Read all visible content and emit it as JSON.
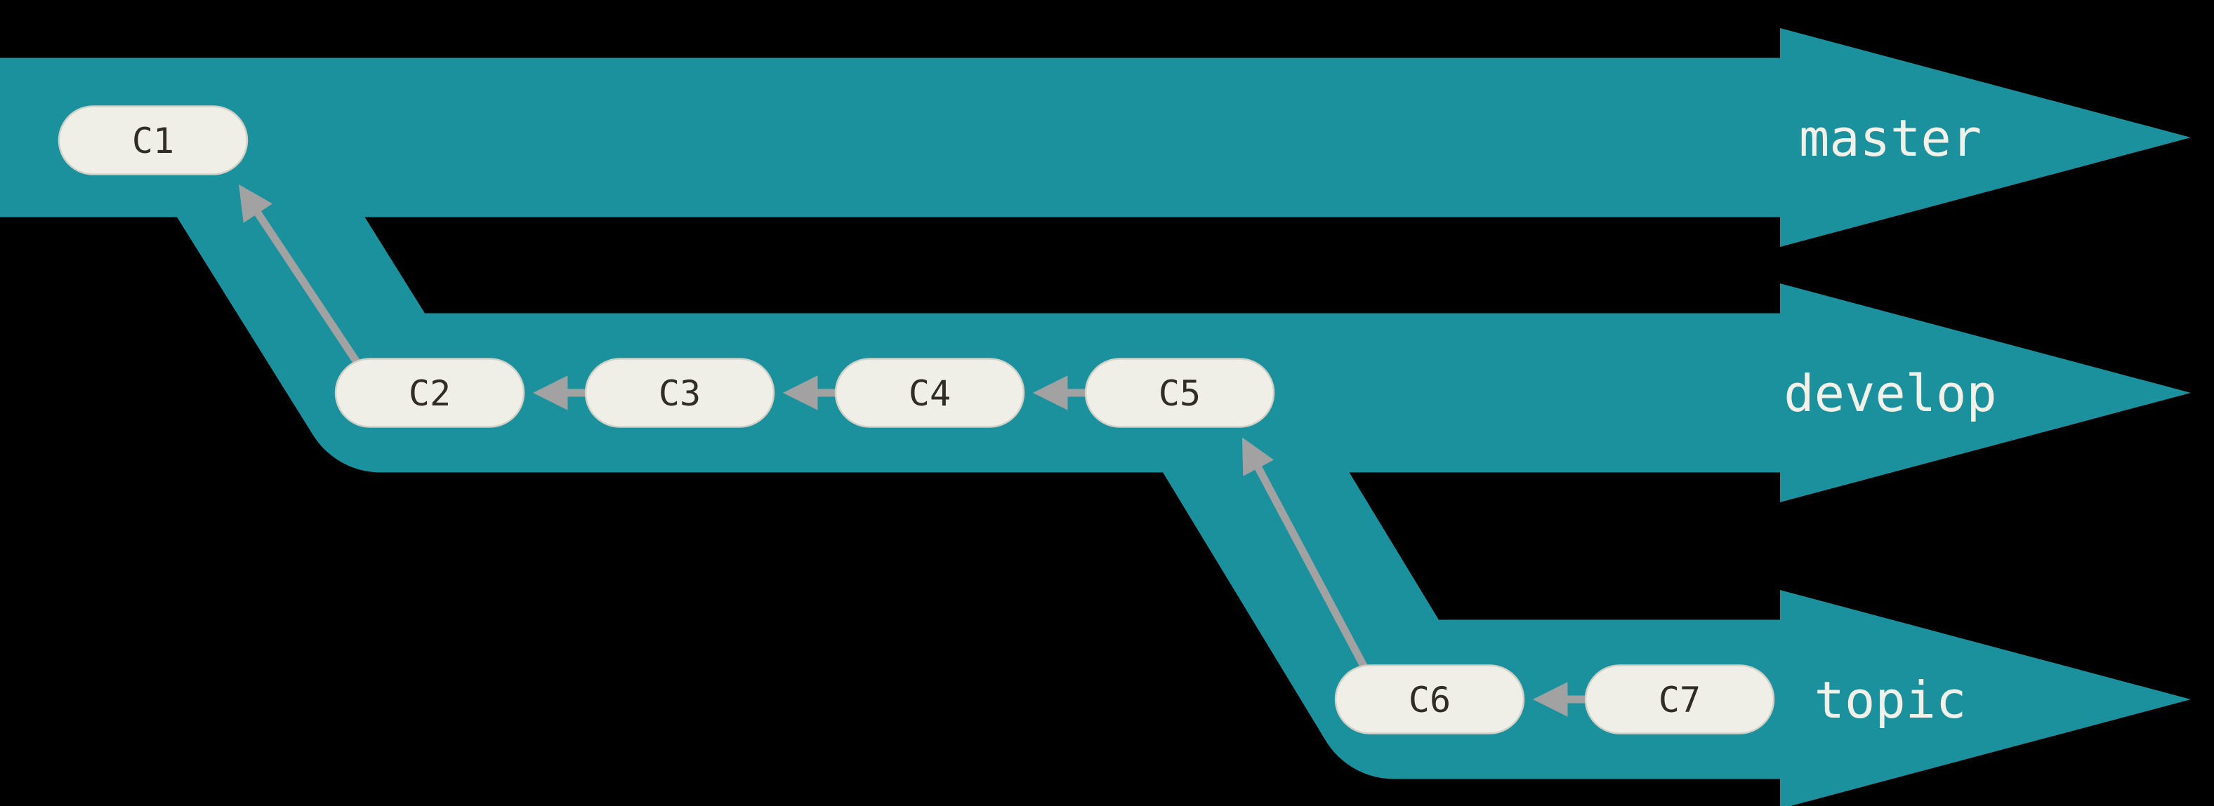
{
  "diagram": {
    "type": "git-branch-flow",
    "colors": {
      "background": "#000000",
      "band": "#1a919c",
      "node_fill": "#f0efe7",
      "node_border": "#d2d1c7",
      "node_text": "#302d27",
      "arrow": "#a2a2a2",
      "branch_label": "#f2f1e9"
    },
    "branches": [
      {
        "label": "master",
        "commits": [
          "C1"
        ]
      },
      {
        "label": "develop",
        "commits": [
          "C2",
          "C3",
          "C4",
          "C5"
        ]
      },
      {
        "label": "topic",
        "commits": [
          "C6",
          "C7"
        ]
      }
    ],
    "commits": [
      {
        "id": "C1",
        "parent": null,
        "branch": "master"
      },
      {
        "id": "C2",
        "parent": "C1",
        "branch": "develop"
      },
      {
        "id": "C3",
        "parent": "C2",
        "branch": "develop"
      },
      {
        "id": "C4",
        "parent": "C3",
        "branch": "develop"
      },
      {
        "id": "C5",
        "parent": "C4",
        "branch": "develop"
      },
      {
        "id": "C6",
        "parent": "C5",
        "branch": "topic"
      },
      {
        "id": "C7",
        "parent": "C6",
        "branch": "topic"
      }
    ]
  }
}
